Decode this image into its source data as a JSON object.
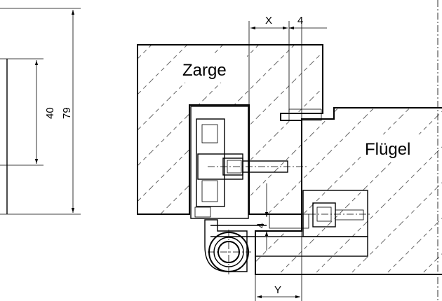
{
  "labels": {
    "frame": "Zarge",
    "leaf": "Flügel"
  },
  "dimensions": {
    "height_inner": "40",
    "height_outer": "79",
    "top_x": "X",
    "top_4": "4",
    "mid_4": "4",
    "bottom_y": "Y"
  }
}
